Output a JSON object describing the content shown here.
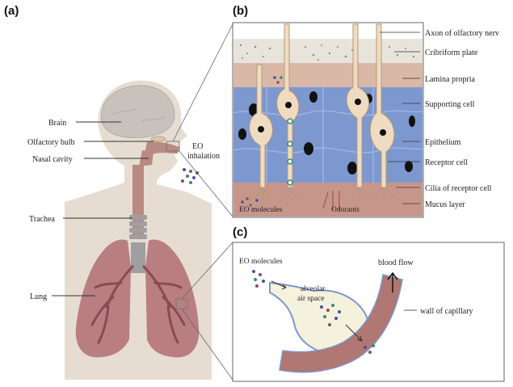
{
  "panels": {
    "a": "(a)",
    "b": "(b)",
    "c": "(c)"
  },
  "body_labels": {
    "brain": "Brain",
    "olfactory_bulb": "Olfactory bulb",
    "nasal_cavity": "Nasal cavity",
    "trachea": "Trachea",
    "lung": "Lung",
    "eo_inhalation_line1": "EO",
    "eo_inhalation_line2": "inhalation"
  },
  "olfactory_labels": {
    "axon": "Axon of olfactory nerv",
    "cribriform": "Cribriform plate",
    "lamina": "Lamina propria",
    "supporting": "Supporting cell",
    "epithelium": "Epithelium",
    "receptor": "Receptor cell",
    "cilia": "Cilia of receptor cell",
    "mucus": "Mucus layer",
    "eo_molecules": "EO molecules",
    "odorants": "Odorants"
  },
  "alveolus_labels": {
    "eo_molecules": "EO molecules",
    "alveolar_line1": "alveolar",
    "alveolar_line2": "air space",
    "blood_flow": "blood flow",
    "capillary_wall": "wall of capillary"
  },
  "colors": {
    "skin": "#e6dcd1",
    "brain": "#c8c2bc",
    "airway": "#b98a82",
    "lung": "#b97e80",
    "bronchi": "#8a4a54",
    "epithelium_blue": "#7d97cf",
    "lamina": "#d9b8a8",
    "cell": "#efdcc0",
    "mucus": "#c7968b",
    "capillary": "#b07773",
    "alveolus": "#f4f1dc"
  }
}
